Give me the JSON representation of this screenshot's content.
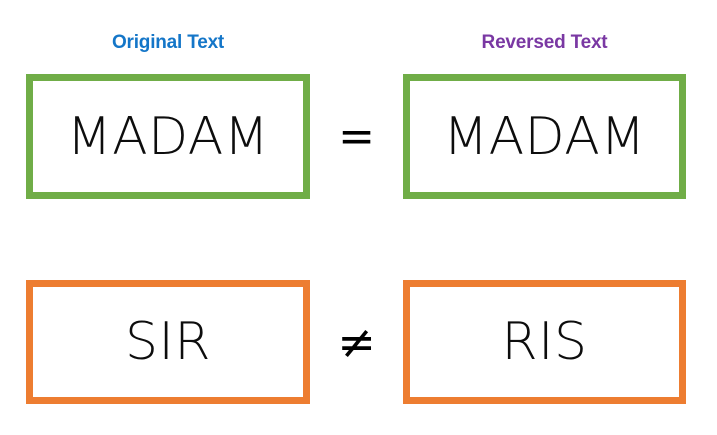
{
  "diagram": {
    "background_color": "#ffffff",
    "columns": [
      {
        "key": "original",
        "label": "Original Text",
        "color": "#1476C8"
      },
      {
        "key": "reversed",
        "label": "Reversed Text",
        "color": "#7A38A3"
      }
    ],
    "rows": [
      {
        "key": "palindrome",
        "border_color": "#70AD47",
        "original_text": "MADAM",
        "reversed_text": "MADAM",
        "operator": "=",
        "operator_name": "equals-sign"
      },
      {
        "key": "not-palindrome",
        "border_color": "#ED7D31",
        "original_text": "SIR",
        "reversed_text": "RIS",
        "operator": "≠",
        "operator_name": "not-equals-sign"
      }
    ]
  }
}
